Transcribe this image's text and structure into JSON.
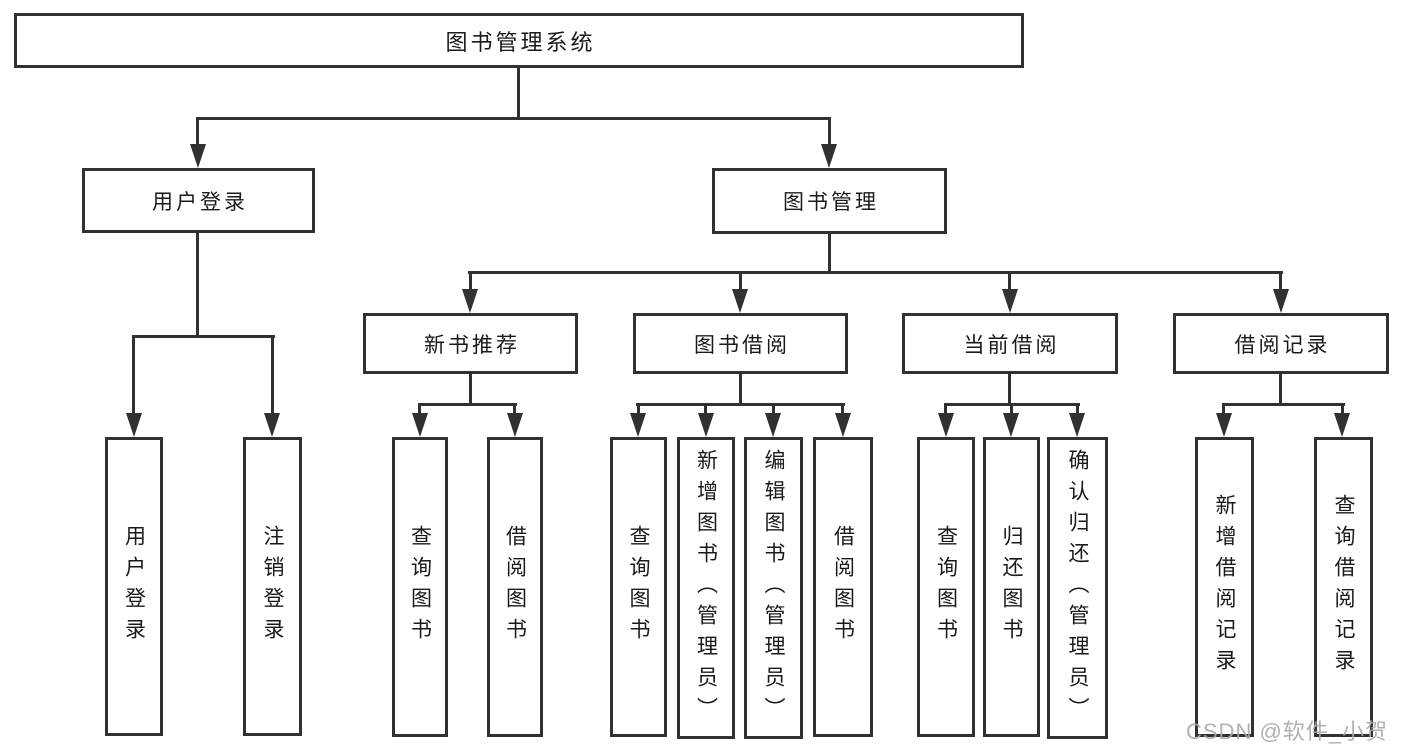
{
  "tree": {
    "label": "图书管理系统",
    "children": [
      {
        "label": "用户登录",
        "children": [
          {
            "label": "用户登录"
          },
          {
            "label": "注销登录"
          }
        ]
      },
      {
        "label": "图书管理",
        "children": [
          {
            "label": "新书推荐",
            "children": [
              {
                "label": "查询图书"
              },
              {
                "label": "借阅图书"
              }
            ]
          },
          {
            "label": "图书借阅",
            "children": [
              {
                "label": "查询图书"
              },
              {
                "label": "新增图书（管理员）"
              },
              {
                "label": "编辑图书（管理员）"
              },
              {
                "label": "借阅图书"
              }
            ]
          },
          {
            "label": "当前借阅",
            "children": [
              {
                "label": "查询图书"
              },
              {
                "label": "归还图书"
              },
              {
                "label": "确认归还（管理员）"
              }
            ]
          },
          {
            "label": "借阅记录",
            "children": [
              {
                "label": "新增借阅记录"
              },
              {
                "label": "查询借阅记录"
              }
            ]
          }
        ]
      }
    ]
  },
  "watermark": {
    "text": "CSDN @软件_小贺同学"
  },
  "colors": {
    "stroke": "#313131",
    "text": "#1a1a1a",
    "watermark_gray": "#a9a9a9",
    "background": "#ffffff"
  }
}
